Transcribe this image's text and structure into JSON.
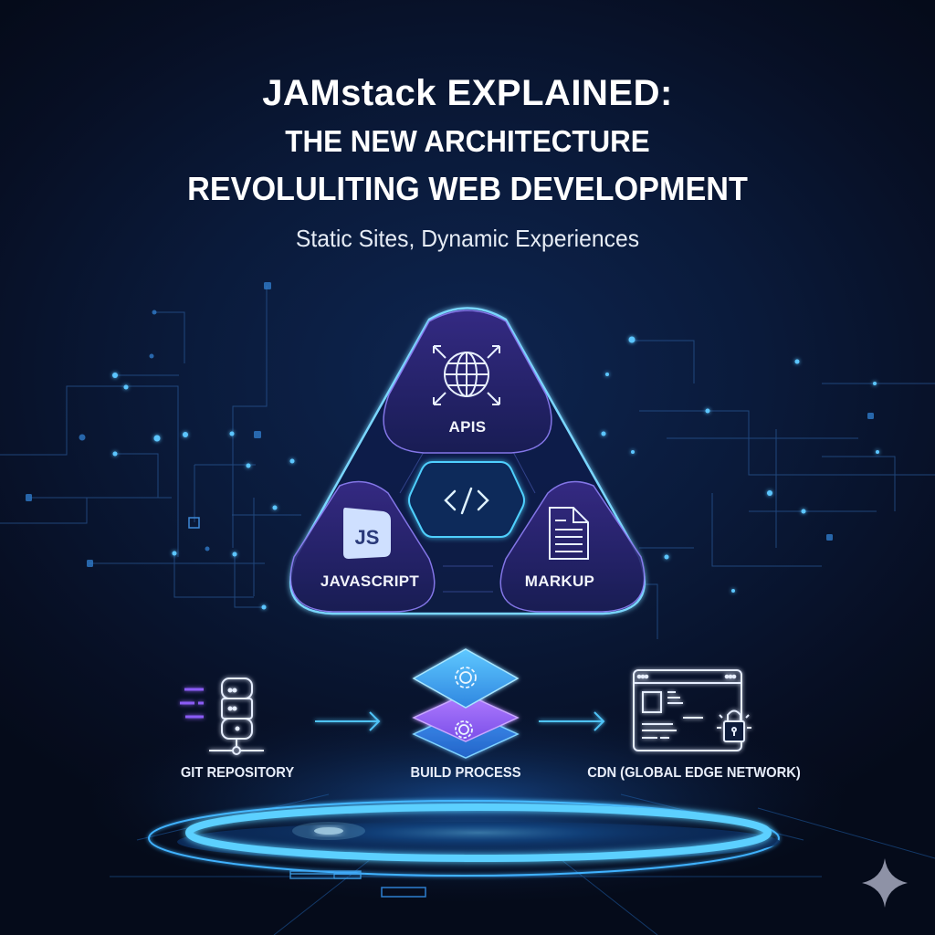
{
  "header": {
    "title_line1": "JAMstack EXPLAINED:",
    "title_line2": "THE NEW ARCHITECTURE",
    "title_line3": "REVOLULITING WEB DEVELOPMENT",
    "subtitle": "Static Sites, Dynamic Experiences"
  },
  "triangle": {
    "top": {
      "label": "APIS",
      "icon": "globe-arrows-icon"
    },
    "left": {
      "label": "JAVASCRIPT",
      "icon": "js-icon",
      "icon_text": "JS"
    },
    "right": {
      "label": "MARKUP",
      "icon": "document-icon"
    },
    "center": {
      "icon": "code-brackets-icon",
      "icon_text": "</>"
    }
  },
  "workflow": {
    "steps": [
      {
        "label": "GIT REPOSITORY",
        "icon": "database-server-icon"
      },
      {
        "label": "BUILD PROCESS",
        "icon": "stacked-layers-gears-icon"
      },
      {
        "label": "CDN (GLOBAL EDGE NETWORK)",
        "icon": "browser-lock-icon"
      }
    ]
  },
  "colors": {
    "background": "#0a1a3a",
    "accent_cyan": "#4fc3f7",
    "accent_purple": "#8b5cf6",
    "glow_blue": "#38a8ff",
    "text": "#ffffff"
  },
  "watermark": {
    "icon": "sparkle-icon"
  }
}
